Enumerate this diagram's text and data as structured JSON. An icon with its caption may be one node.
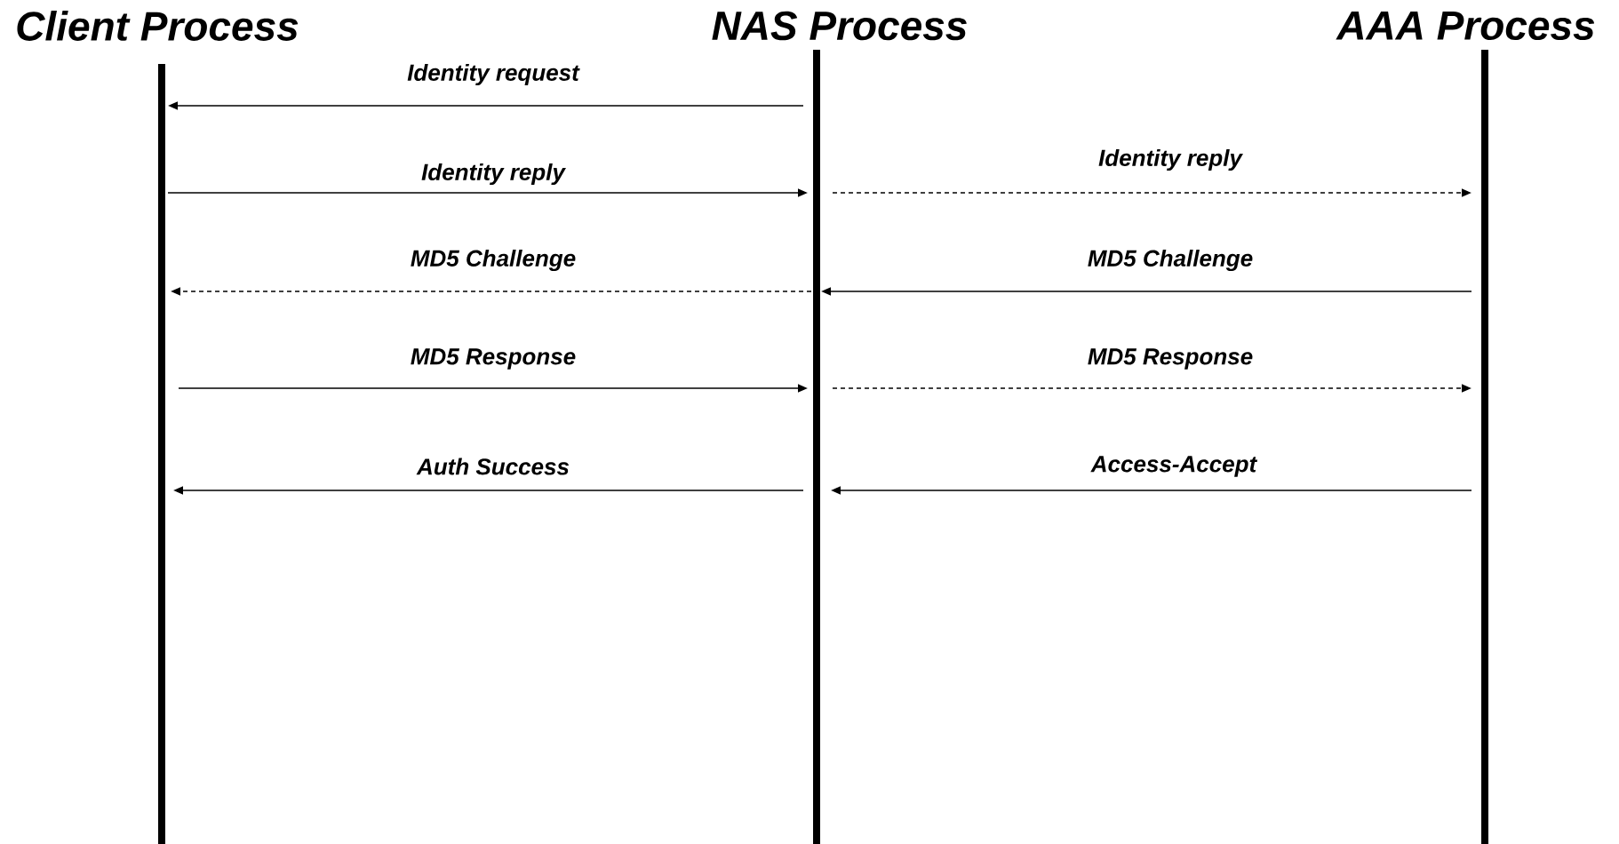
{
  "diagram": {
    "nodes": [
      {
        "text": [
          "Client Process"
        ]
      },
      {
        "text": [
          "NAS Process"
        ]
      },
      {
        "text": [
          "AAA Process"
        ]
      }
    ],
    "edges": [
      {
        "from": 1,
        "to": 0,
        "arrow": "to",
        "label": "Identity request"
      },
      {
        "from": 0,
        "to": 1,
        "arrow": "to",
        "label": "Identity reply"
      },
      {
        "from": 1,
        "to": 2,
        "arrow": "to",
        "label": "Identity reply",
        "style": "dashed"
      },
      {
        "from": 1,
        "to": 0,
        "arrow": "to",
        "label": "MD5 Challenge",
        "style": "dashed"
      },
      {
        "from": 2,
        "to": 1,
        "arrow": "to",
        "label": "MD5 Challenge"
      },
      {
        "from": 0,
        "to": 1,
        "arrow": "to",
        "label": "MD5 Response"
      },
      {
        "from": 1,
        "to": 2,
        "arrow": "to",
        "label": "MD5 Response",
        "style": "dashed"
      },
      {
        "from": 1,
        "to": 0,
        "arrow": "to",
        "label": "Auth Success"
      },
      {
        "from": 2,
        "to": 1,
        "arrow": "to",
        "label": "Access-Accept"
      }
    ]
  }
}
